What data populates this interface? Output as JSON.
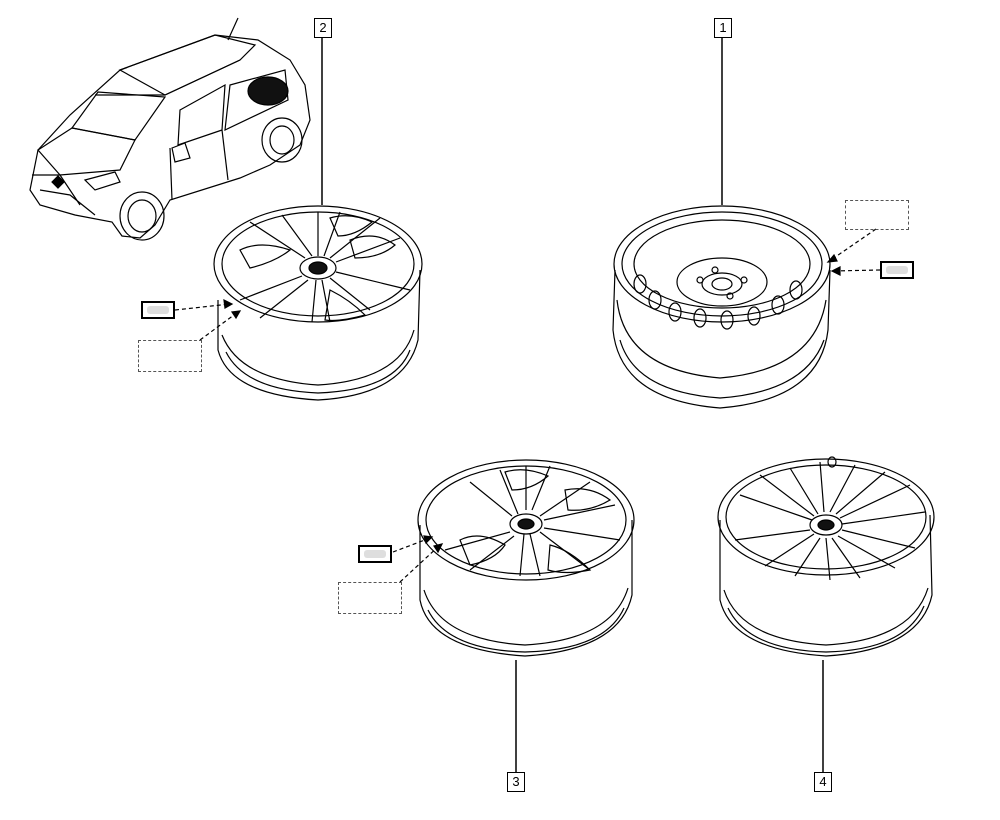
{
  "callouts": {
    "c1": "1",
    "c2": "2",
    "c3": "3",
    "c4": "4"
  },
  "parts": [
    {
      "ref": "1",
      "name": "steel-wheel"
    },
    {
      "ref": "2",
      "name": "alloy-wheel-y-spoke"
    },
    {
      "ref": "3",
      "name": "alloy-wheel-twin-spoke"
    },
    {
      "ref": "4",
      "name": "alloy-wheel-multi-spoke"
    }
  ],
  "colors": {
    "line": "#000000",
    "background": "#ffffff",
    "fill_dark": "#111111"
  }
}
